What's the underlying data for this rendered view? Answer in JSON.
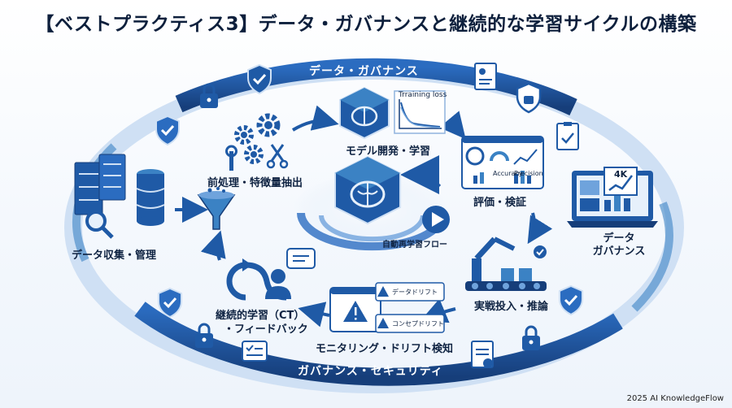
{
  "title": "【ベストプラクティス3】データ・ガバナンスと継続的な学習サイクルの構築",
  "ring_labels": {
    "top": "データ・ガバナンス",
    "bottom": "ガバナンス・セキュリティ"
  },
  "nodes": {
    "data_collection": "データ収集・管理",
    "preprocessing": "前処理・特徴量抽出",
    "model_training": "モデル開発・学習",
    "evaluation": "評価・検証",
    "deployment": "実戦投入・推論",
    "monitoring": "モニタリング・ドリフト検知",
    "continuous_line1": "継続的学習（CT）",
    "continuous_line2": "・フィードバック",
    "governance_line1": "データ",
    "governance_line2": "ガバナンス",
    "auto_retrain": "自動再学習フロー"
  },
  "chart_labels": {
    "training_loss": "Trraining loss",
    "accuracy": "Accuracy",
    "precision": "Precision",
    "monitor_badge": "4K"
  },
  "drift_alerts": [
    "データドリフト",
    "コンセプドリフト"
  ],
  "credit": "2025 AI KnowledgeFlow",
  "colors": {
    "primary": "#1f5aa6",
    "dark": "#163e7a",
    "light": "#cfe0f4",
    "accent": "#3b82c4"
  }
}
